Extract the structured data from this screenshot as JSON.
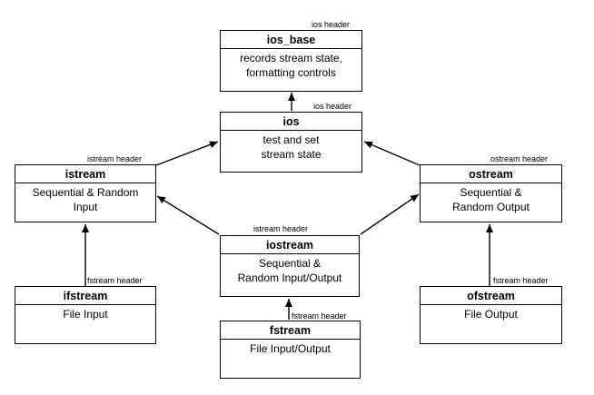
{
  "boxes": {
    "ios_base": {
      "name": "ios_base",
      "desc_lines": [
        "records stream state,",
        "formatting controls"
      ],
      "header": "ios header"
    },
    "ios": {
      "name": "ios",
      "desc_lines": [
        "test and set",
        "stream state"
      ],
      "header": "ios header"
    },
    "istream": {
      "name": "istream",
      "desc_lines": [
        "Sequential & Random",
        "Input"
      ],
      "header": "istream header"
    },
    "ostream": {
      "name": "ostream",
      "desc_lines": [
        "Sequential &",
        "Random Output"
      ],
      "header": "ostream header"
    },
    "iostream": {
      "name": "iostream",
      "desc_lines": [
        "Sequential &",
        "Random Input/Output"
      ],
      "header": "istream header"
    },
    "ifstream": {
      "name": "ifstream",
      "desc_lines": [
        "File Input"
      ],
      "header": "fstream header"
    },
    "fstream": {
      "name": "fstream",
      "desc_lines": [
        "File Input/Output"
      ],
      "header": "fstream header"
    },
    "ofstream": {
      "name": "ofstream",
      "desc_lines": [
        "File Output"
      ],
      "header": "fstream header"
    }
  }
}
